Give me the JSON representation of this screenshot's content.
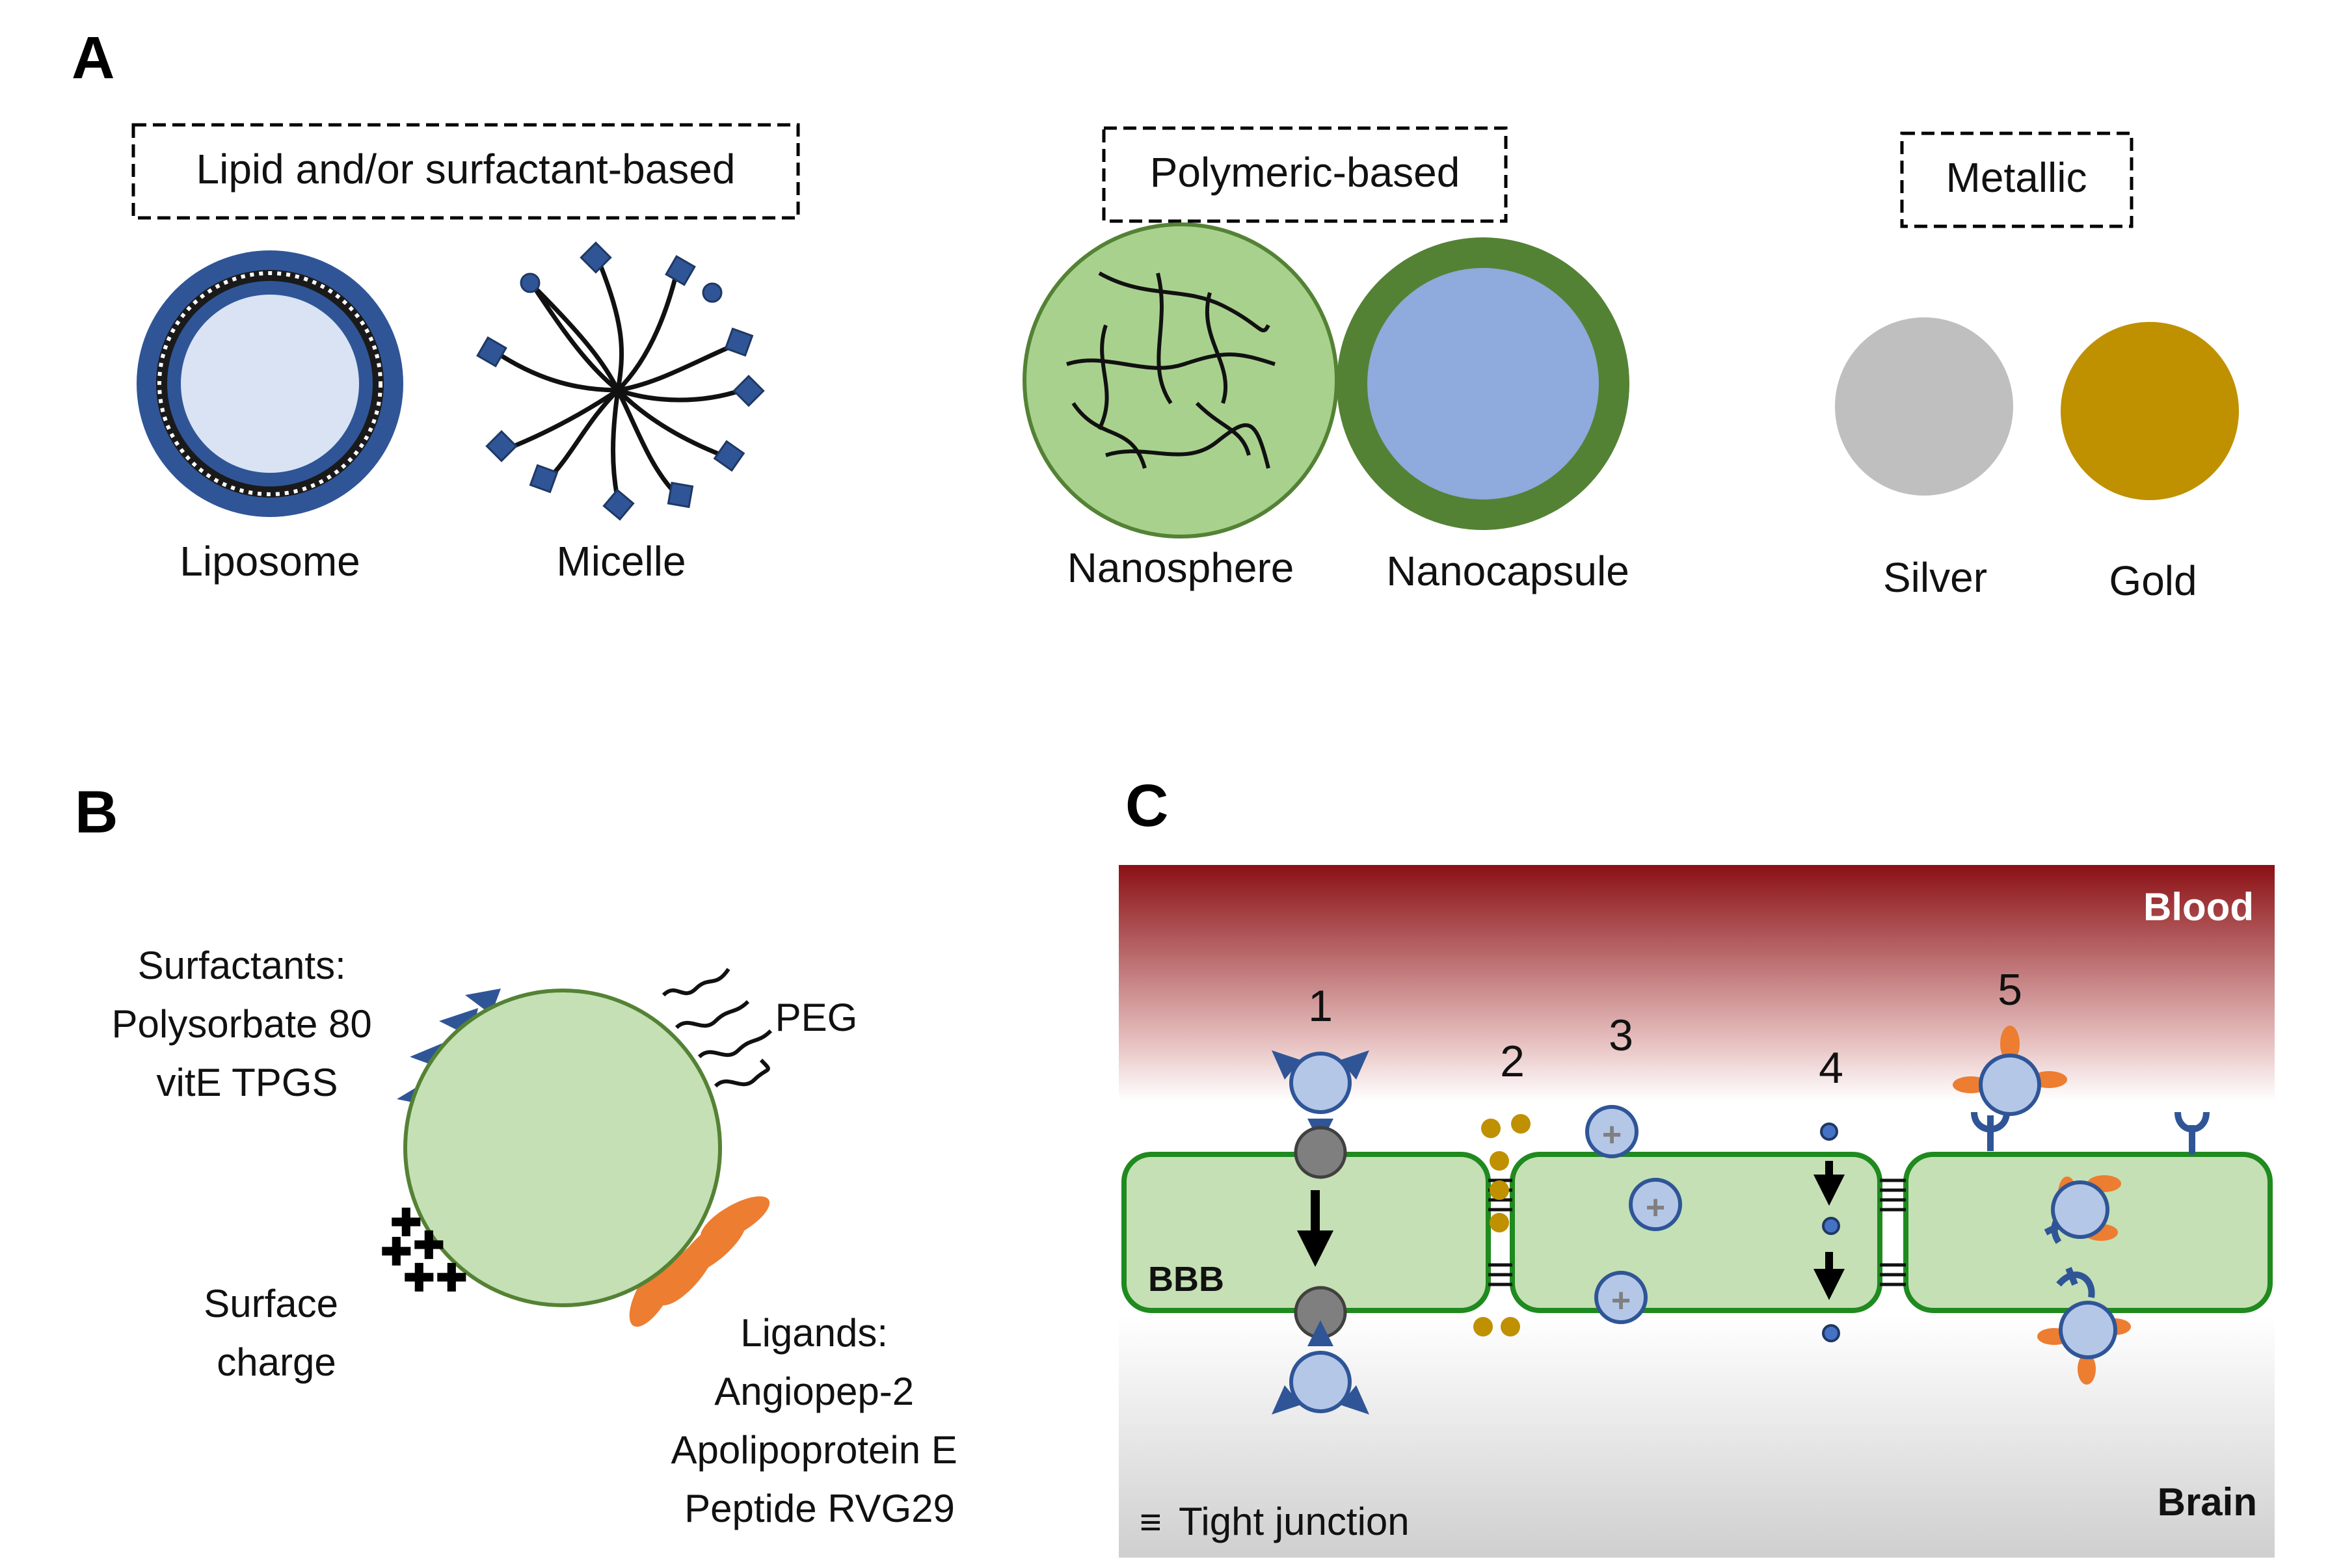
{
  "panels": {
    "a": "A",
    "b": "B",
    "c": "C"
  },
  "panel_a": {
    "groups": {
      "lipid": "Lipid and/or surfactant-based",
      "polymeric": "Polymeric-based",
      "metallic": "Metallic"
    },
    "items": {
      "liposome": "Liposome",
      "micelle": "Micelle",
      "nanosphere": "Nanosphere",
      "nanocapsule": "Nanocapsule",
      "silver": "Silver",
      "gold": "Gold"
    }
  },
  "panel_b": {
    "surfactants": [
      "Surfactants:",
      "Polysorbate 80",
      "vitE TPGS"
    ],
    "peg": "PEG",
    "surface_charge": [
      "Surface",
      "charge"
    ],
    "ligands": [
      "Ligands:",
      "Angiopep-2",
      "Apolipoprotein E",
      "Peptide RVG29"
    ]
  },
  "panel_c": {
    "blood": "Blood",
    "brain": "Brain",
    "bbb": "BBB",
    "tight_junction_symbol": "≡",
    "tight_junction": "Tight junction",
    "routes": [
      "1",
      "2",
      "3",
      "4",
      "5"
    ]
  },
  "colors": {
    "blood_red": "#8b1014",
    "cell_green": "#c5e0b4",
    "cell_border": "#1f8a1f",
    "particle_blue": "#2f5597",
    "vesicle_fill": "#b4c7e7",
    "ligand_orange": "#ed7d31",
    "silver": "#bfbfbf",
    "gold": "#bf9000",
    "nanosphere_fill": "#a9d18e",
    "nanocapsule_shell": "#548235",
    "nanocapsule_core": "#8faadc"
  }
}
